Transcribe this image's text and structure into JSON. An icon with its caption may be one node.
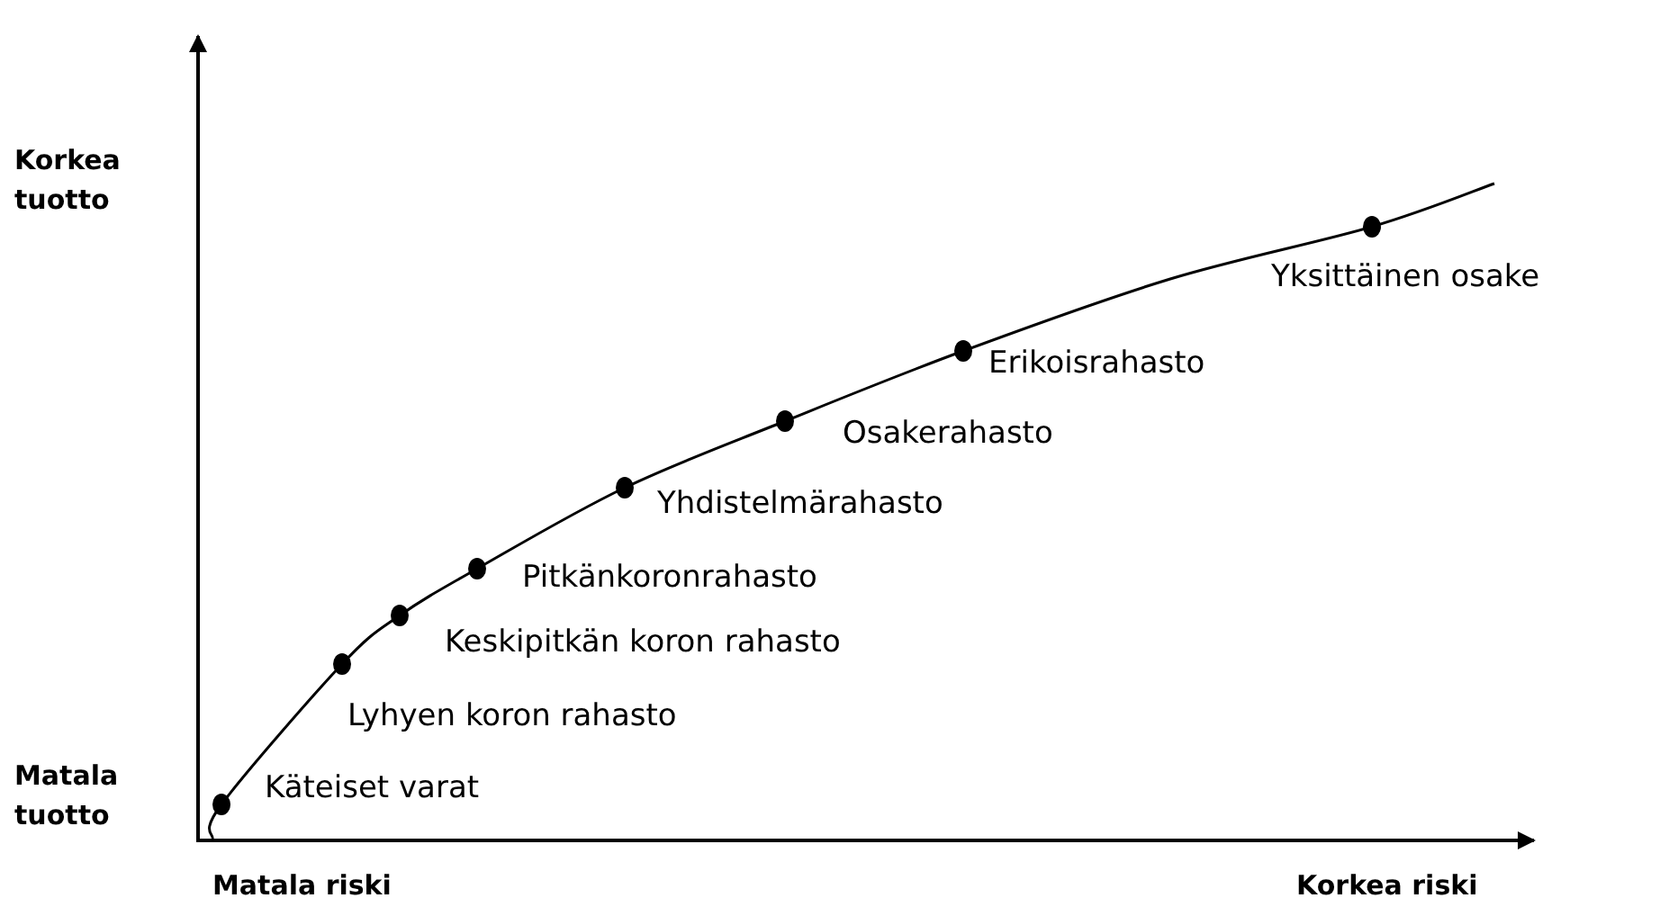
{
  "diagram": {
    "labels": [
      "Korkea tuotto",
      "Yksittäinen osake",
      "Erikoisrahasto",
      "Osakerahasto",
      "Yhdistelmärahasto",
      "Pitkänkoronrahasto",
      "Keskipitkän koron rahasto",
      "Lyhyen koron rahasto",
      "Matala tuotto",
      "Käteiset varat",
      "Matala riski",
      "Korkea riski"
    ]
  }
}
